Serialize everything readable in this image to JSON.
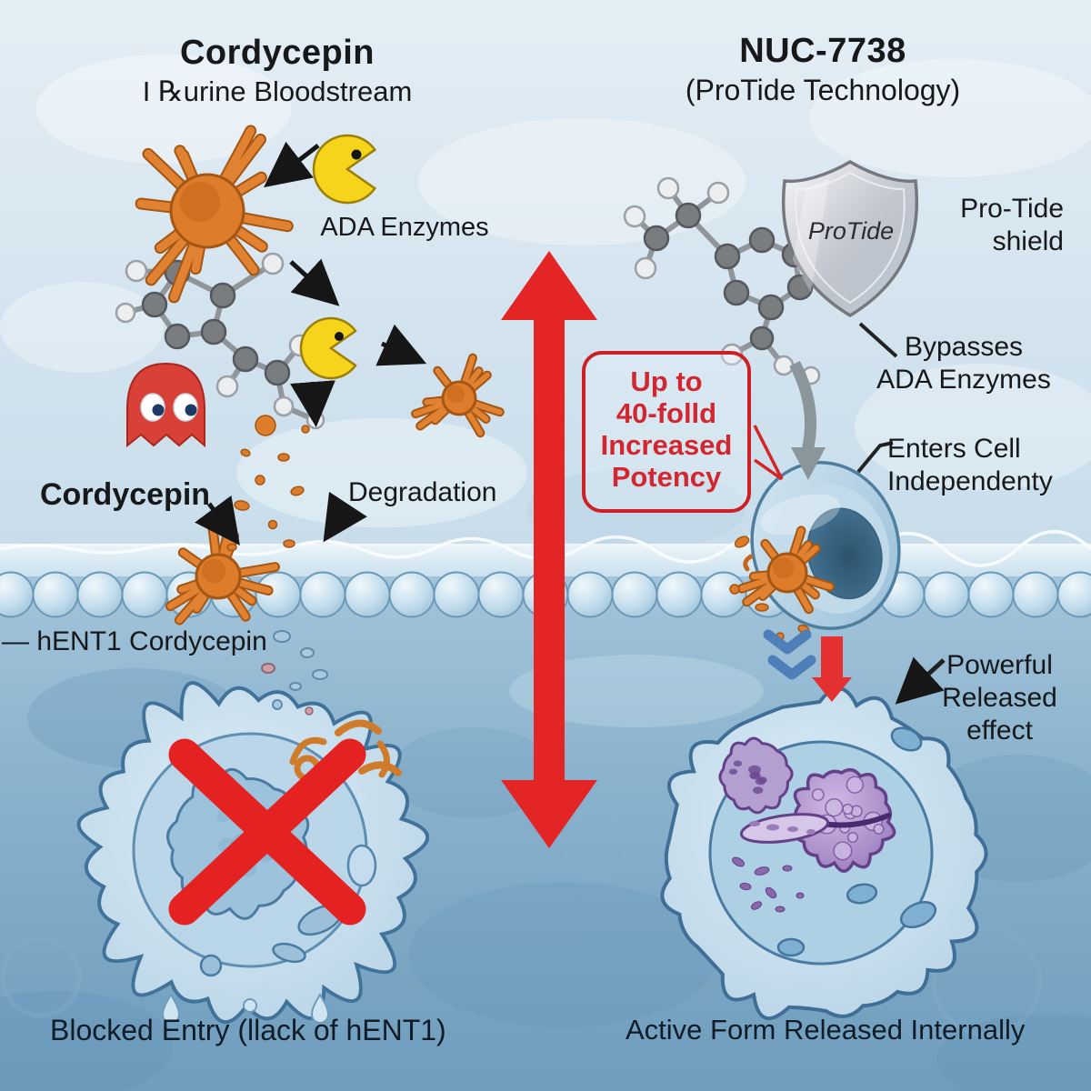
{
  "figure": {
    "left": {
      "title": "Cordycepin",
      "subtitle": "I ℞urine Bloodstream",
      "ada_label": "ADA Enzymes",
      "molecule_label": "Cordycepin",
      "degradation_label": "Degradation",
      "hent1_label": "— hENT1 Cordycepin",
      "caption": "Blocked Entry (llack of hENT1)"
    },
    "right": {
      "title": "NUC-7738",
      "subtitle": "(ProTide Technology)",
      "shield_text": "ProTide",
      "shield_label": "Pro-Tide\nshield",
      "bypasses_label": "Bypasses\nADA Enzymes",
      "enters_label": "Enters Cell\nIndependenty",
      "effect_label": "Powerful\nReleased\neffect",
      "caption": "Active Form Released Internally"
    },
    "center": {
      "potency_callout": "Up to\n40-folld\nIncreased\nPotency"
    },
    "icons": {
      "ada_enzyme": "pac-man",
      "degraded_inhibitor": "pac-man-ghost",
      "protide_shield": "shield",
      "blocked_entry": "red-x",
      "comparison": "double-headed-vertical-arrow"
    },
    "colors": {
      "alert_red": "#e02525",
      "enzyme_yellow": "#f6d41c",
      "molecule_orange": "#dd7c2a",
      "shield_silver": "#c3c6cd",
      "organelle_purple": "#a688c4"
    }
  }
}
